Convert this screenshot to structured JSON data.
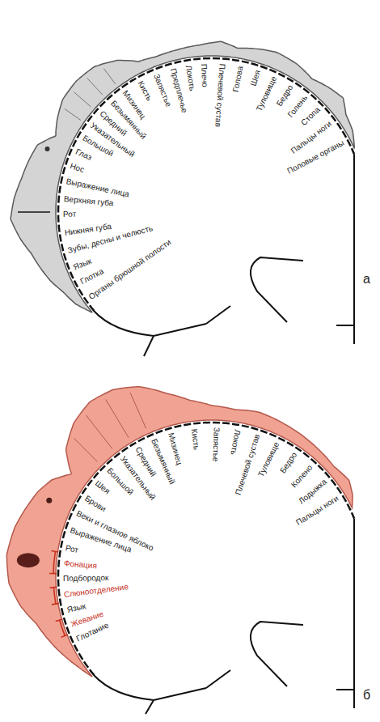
{
  "diagram": {
    "labels": [
      "Половые органы",
      "Пальцы ноги",
      "Стопа",
      "Голень",
      "Бедро",
      "Туловище",
      "Шея",
      "Голова",
      "Плечевой сустав",
      "Плечо",
      "Локоть",
      "Предплечье",
      "Запястье",
      "Кисть",
      "Мизинец",
      "Безымянный",
      "Средний",
      "Указательный",
      "Большой",
      "Глаз",
      "Нос",
      "Выражение лица",
      "Верхняя губа",
      "Рот",
      "Нижняя губа",
      "Зубы, десны и челюсть",
      "Язык",
      "Глотка",
      "Органы брюшной полости",
      "а",
      "Пальцы ноги",
      "Лодыжка",
      "Колено",
      "Бедро",
      "Туловище",
      "Плечевой сустав",
      "Локоть",
      "Запястье",
      "Кисть",
      "Мизинец",
      "Безымянный",
      "Средний",
      "Указательный",
      "Большой",
      "Шея",
      "Брови",
      "Веки и глазное яблоко",
      "Выражение лица",
      "Рот",
      "Фонация",
      "Подбородок",
      "Слюноотделение",
      "Язык",
      "Жевание",
      "Глотание",
      "б"
    ]
  }
}
